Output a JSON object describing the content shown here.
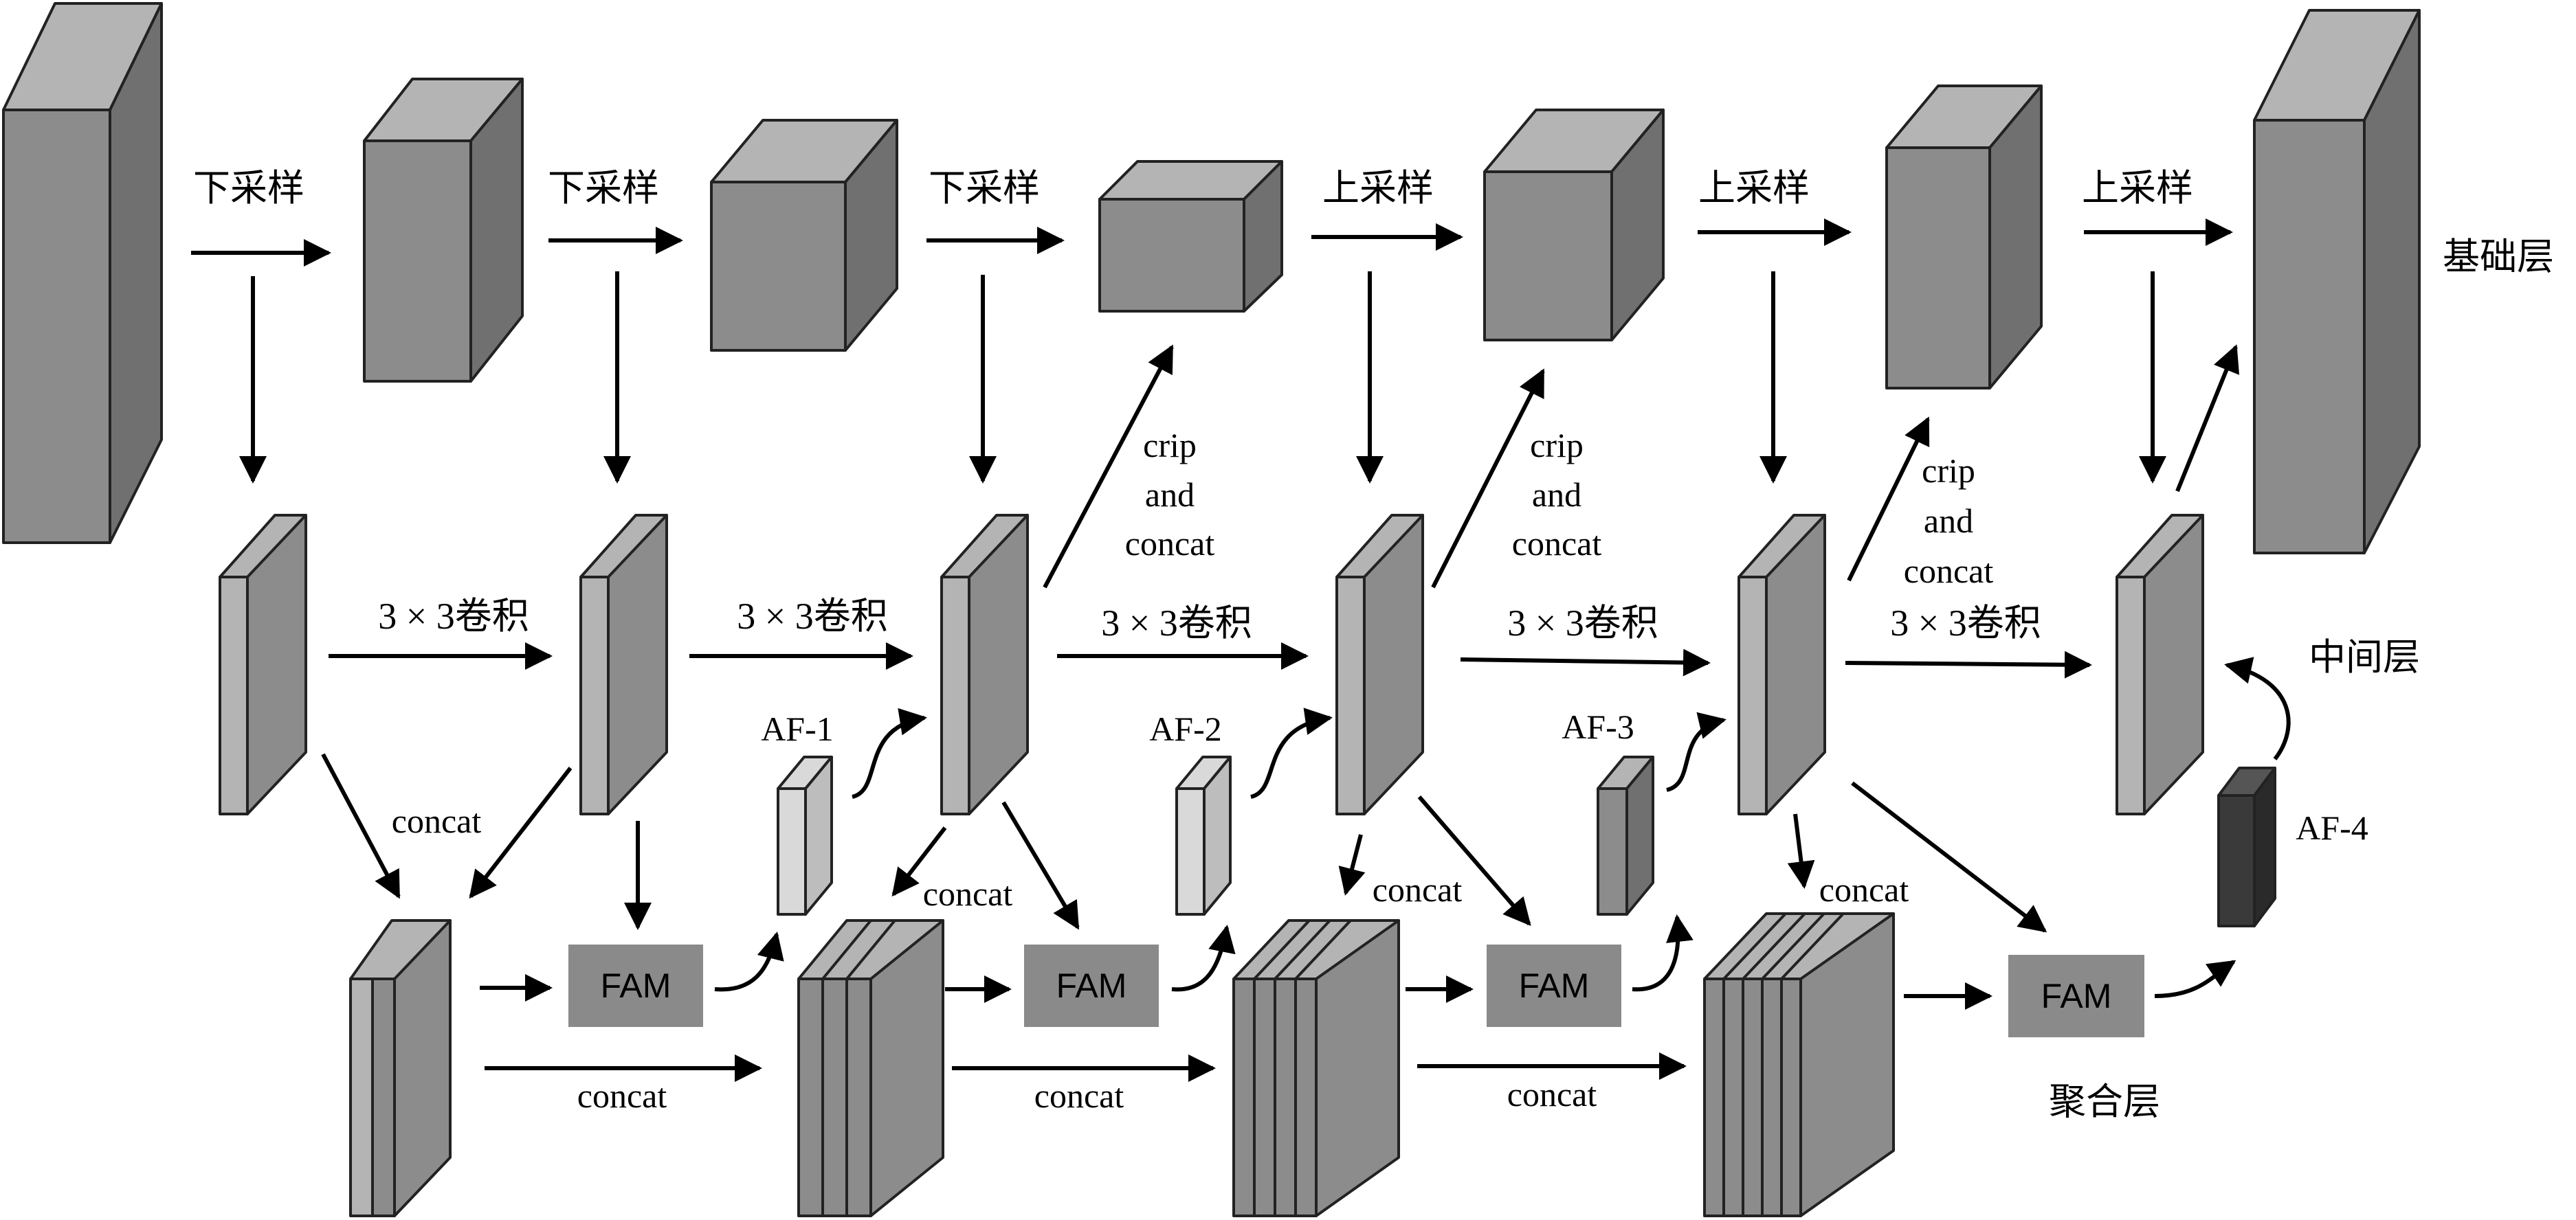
{
  "layers": {
    "base": "基础层",
    "middle": "中间层",
    "aggregation": "聚合层"
  },
  "ops": {
    "downsample": "下采样",
    "upsample": "上采样",
    "conv": "3 × 3卷积",
    "concat": "concat",
    "crip": "crip",
    "and": "and",
    "fam": "FAM"
  },
  "af": [
    "AF-1",
    "AF-2",
    "AF-3",
    "AF-4"
  ],
  "colors": {
    "front": "#8c8c8c",
    "side": "#707070",
    "top": "#b4b4b4",
    "fam": "#8a8a8a",
    "af_light": "#d9d9d9",
    "af_dark": "#3a3a3a"
  }
}
